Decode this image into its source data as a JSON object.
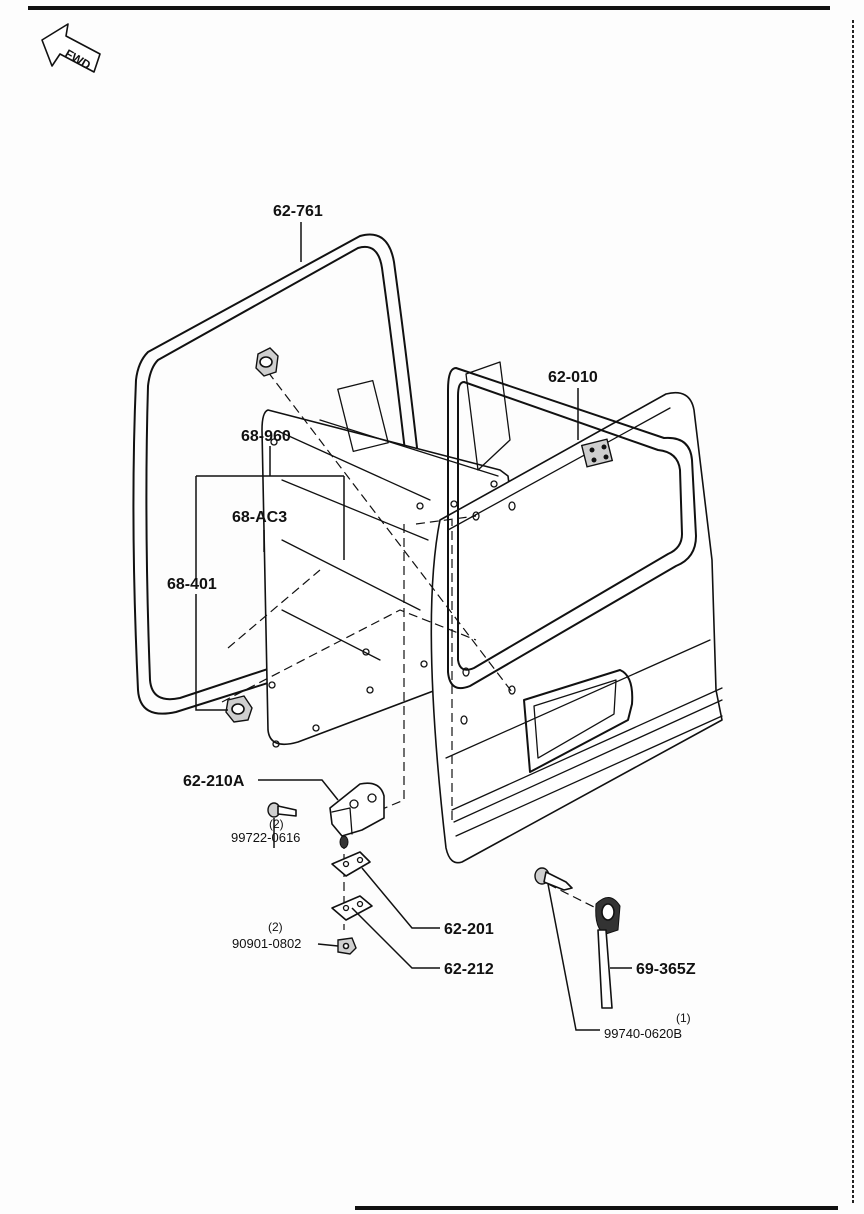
{
  "direction_indicator": {
    "label": "FWD"
  },
  "parts": {
    "weatherstrip": {
      "number": "62-761"
    },
    "door_panel": {
      "number": "62-010"
    },
    "trim_board": {
      "number": "68-960"
    },
    "trim_clip": {
      "number": "68-AC3"
    },
    "trim_fastener": {
      "number": "68-401"
    },
    "hinge": {
      "number": "62-210A"
    },
    "hinge_bolt": {
      "number": "99722-0616",
      "qty": "(2)"
    },
    "hinge_nut": {
      "number": "90901-0802",
      "qty": "(2)"
    },
    "shim_upper": {
      "number": "62-201"
    },
    "shim_lower": {
      "number": "62-212"
    },
    "door_check": {
      "number": "69-365Z"
    },
    "check_bolt": {
      "number": "99740-0620B",
      "qty": "(1)"
    }
  },
  "colors": {
    "line": "#111111",
    "background": "#ffffff"
  }
}
